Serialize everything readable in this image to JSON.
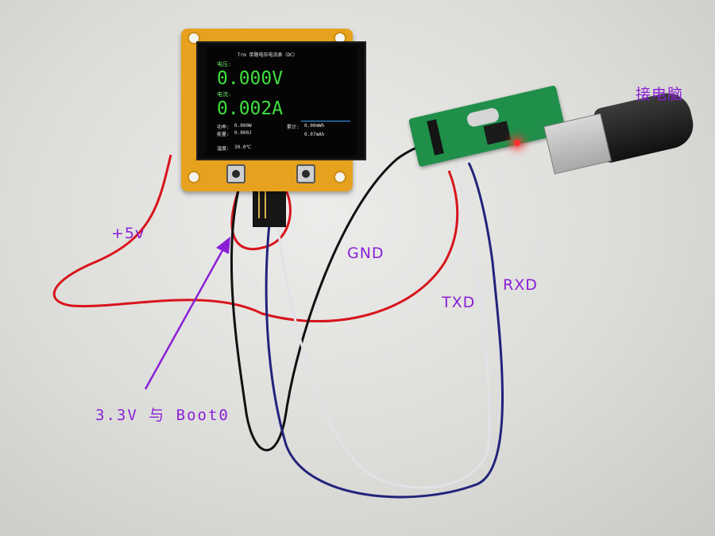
{
  "labels": {
    "pc": "接电脑",
    "plus5v": "+5v",
    "gnd": "GND",
    "txd": "TXD",
    "rxd": "RXD",
    "boot": "3.3V 与 Boot0"
  },
  "screen": {
    "title": "Trm 单路电压电流表（DC）",
    "voltage_label": "电压:",
    "voltage_value": "0.000V",
    "current_label": "电流:",
    "current_value": "0.002A",
    "power_label": "功率:",
    "power_value": "0.000W",
    "energy_label": "能量:",
    "energy_value": "0.000J",
    "accum_label": "累计:",
    "accum_wh": "0.00mWh",
    "accum_ah": "0.07mAh",
    "temp_label": "温度:",
    "temp_value": "30.0℃"
  },
  "colors": {
    "annotation": "#8a1fd6",
    "wire_red": "#d8141c",
    "wire_black": "#111111",
    "wire_blue": "#22237a",
    "wire_white": "#e2e2e6",
    "lcd_green": "#3fe03f",
    "board_yellow": "#e6a21e",
    "pcb_green": "#1f8f4a"
  }
}
